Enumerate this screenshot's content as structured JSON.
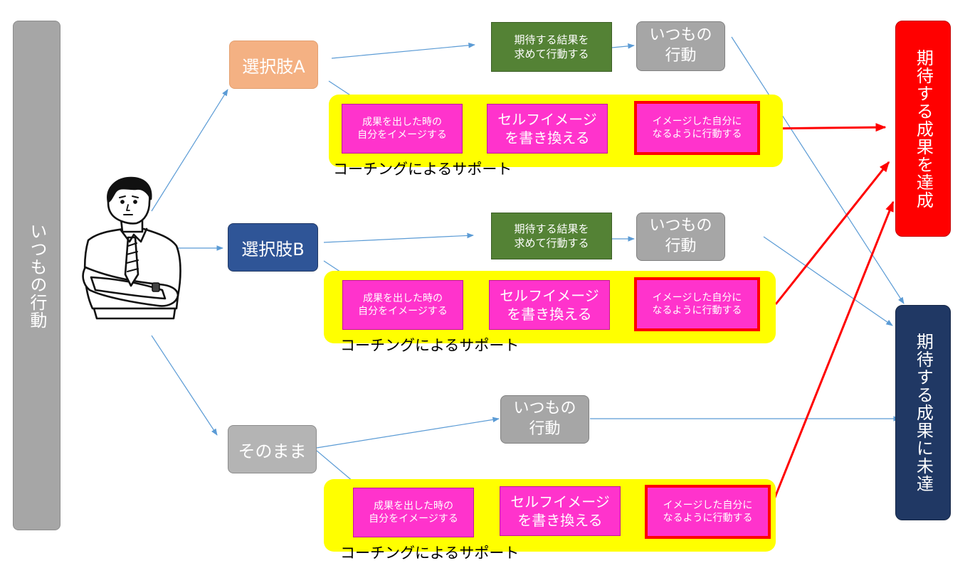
{
  "left_bar": {
    "label": "いつもの行動"
  },
  "choices": {
    "a": "選択肢A",
    "b": "選択肢B",
    "c": "そのまま"
  },
  "expected_action": "期待する結果を\n求めて行動する",
  "routine_action": "いつもの\n行動",
  "coaching": {
    "step1": "成果を出した時の\n自分をイメージする",
    "step2": "セルフイメージ\nを書き換える",
    "step3": "イメージした自分に\nなるように行動する",
    "label": "コーチングによるサポート"
  },
  "outcomes": {
    "achieved": "期待する成果を達成",
    "not_achieved": "期待する成果に未達"
  },
  "colors": {
    "choice_a": "#f4b183",
    "choice_b": "#2f5597",
    "green_box": "#548235",
    "coaching_box": "#ff33cc",
    "coaching_bg": "#ffff00",
    "achieved": "#ff0000",
    "not_achieved": "#203864",
    "connector": "#5b9bd5",
    "success_arrow": "#ff0000"
  },
  "icons": [
    "thinking-man-illustration"
  ]
}
